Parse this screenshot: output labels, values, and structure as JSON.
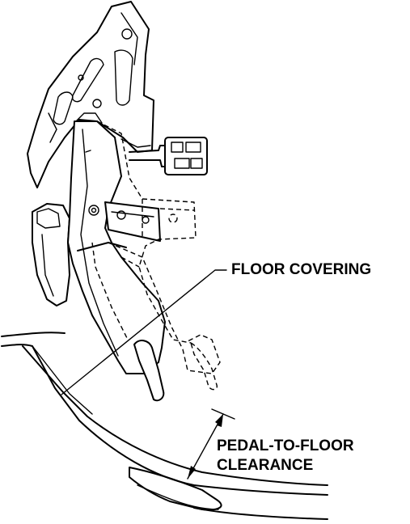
{
  "labels": {
    "floor_covering": "FLOOR COVERING",
    "clearance_line1": "PEDAL-TO-FLOOR",
    "clearance_line2": "CLEARANCE"
  }
}
